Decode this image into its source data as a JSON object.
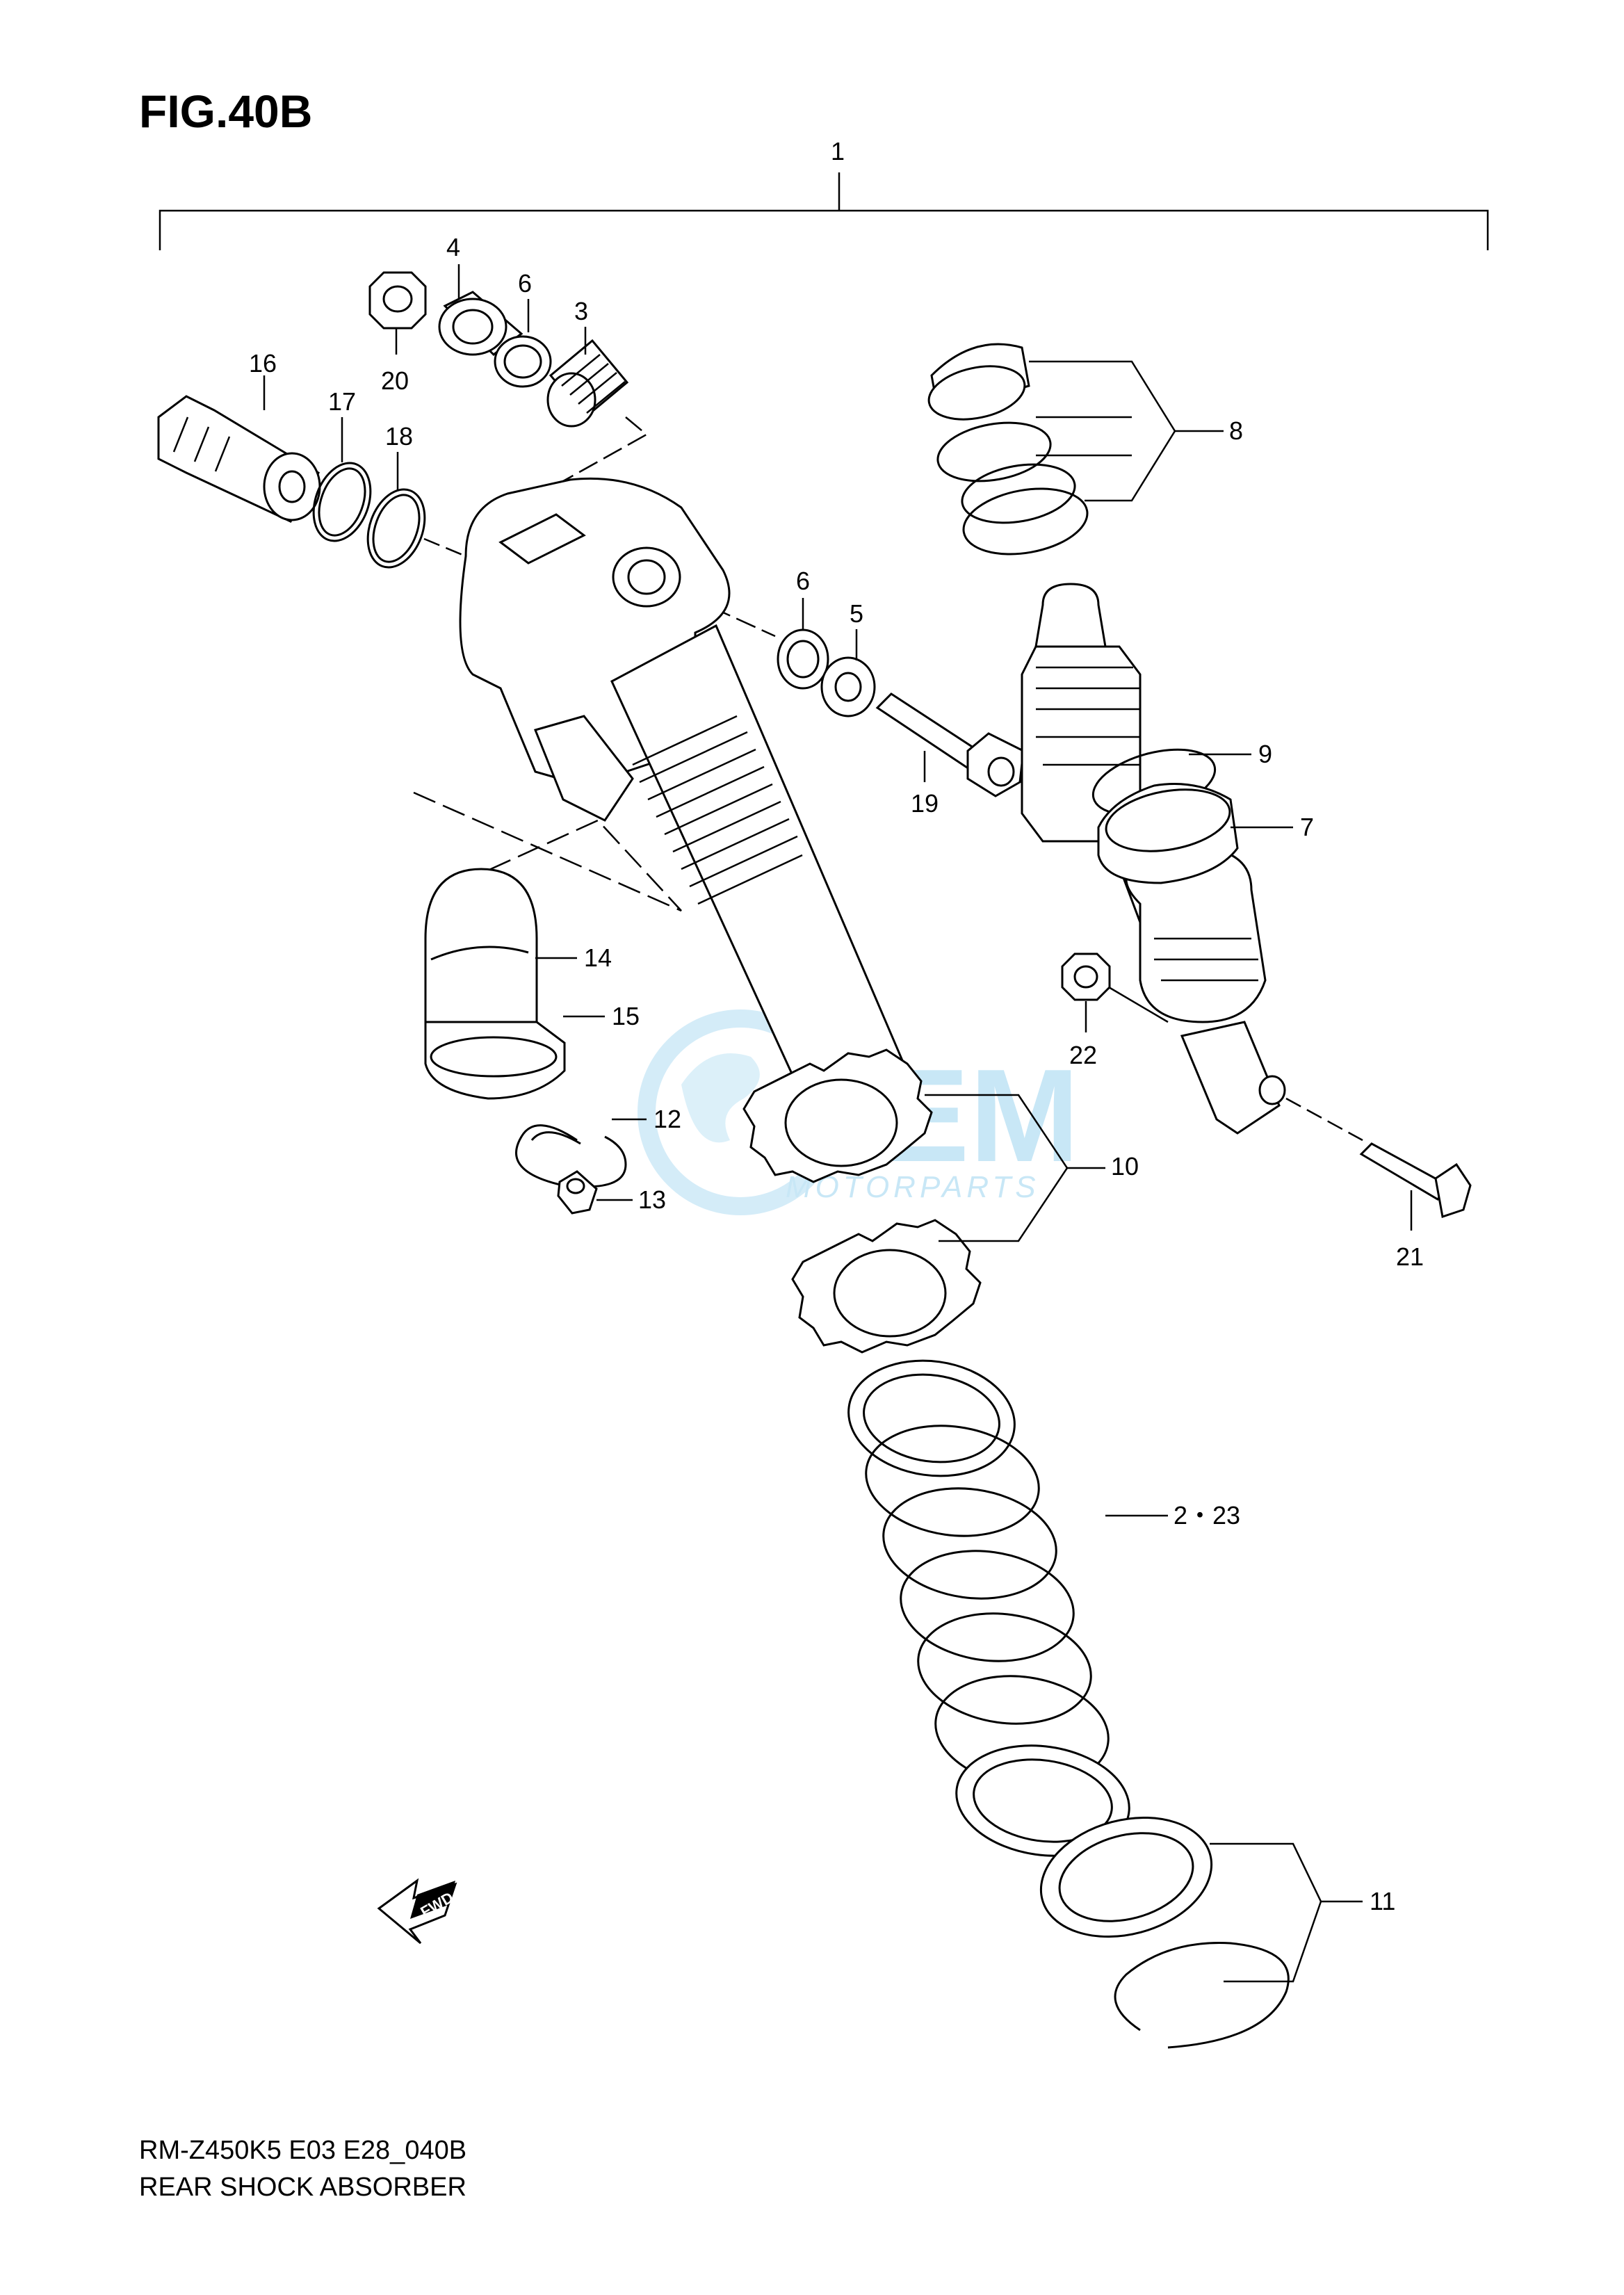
{
  "figure": {
    "title": "FIG.40B",
    "code": "RM-Z450K5 E03 E28_040B",
    "name": "REAR SHOCK ABSORBER"
  },
  "watermark": {
    "brand": "OEM",
    "sub": "MOTORPARTS"
  },
  "fwd_label": "FWD",
  "callouts": {
    "c1": "1",
    "c2_23": "2・23",
    "c3": "3",
    "c4": "4",
    "c5": "5",
    "c6a": "6",
    "c6b": "6",
    "c7": "7",
    "c8": "8",
    "c9": "9",
    "c10": "10",
    "c11": "11",
    "c12": "12",
    "c13": "13",
    "c14": "14",
    "c15": "15",
    "c16": "16",
    "c17": "17",
    "c18": "18",
    "c19": "19",
    "c20": "20",
    "c21": "21",
    "c22": "22"
  },
  "colors": {
    "line": "#000000",
    "watermark": "#bfe3f5"
  }
}
